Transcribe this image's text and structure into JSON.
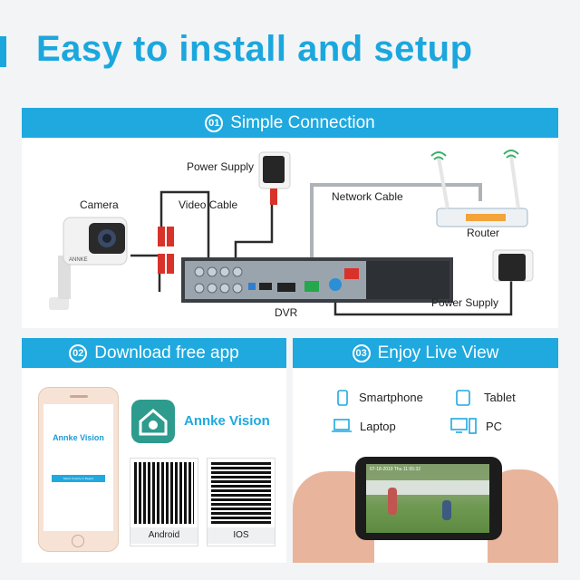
{
  "hero": {
    "title": "Easy to install and setup"
  },
  "section1": {
    "number": "01",
    "title": "Simple Connection",
    "labels": {
      "power_supply_top": "Power Supply",
      "camera": "Camera",
      "video_cable": "Video Cable",
      "network_cable": "Network Cable",
      "router": "Router",
      "power_supply_bottom": "Power Supply",
      "dvr": "DVR",
      "brand_on_camera": "ANNKE"
    }
  },
  "section2": {
    "number": "02",
    "title": "Download free app",
    "app_name": "Annke Vision",
    "phone_app_title": "Annke Vision",
    "phone_button": "Select Country or Region",
    "qr_android": "Android",
    "qr_ios": "IOS"
  },
  "section3": {
    "number": "03",
    "title": "Enjoy Live View",
    "devices": [
      "Smartphone",
      "Tablet",
      "Laptop",
      "PC"
    ],
    "video_timestamp": "07-18-2019 Thu 11:55:32"
  },
  "colors": {
    "accent": "#1fa9df",
    "title": "#1ba7de",
    "cable_red": "#d9322a"
  }
}
